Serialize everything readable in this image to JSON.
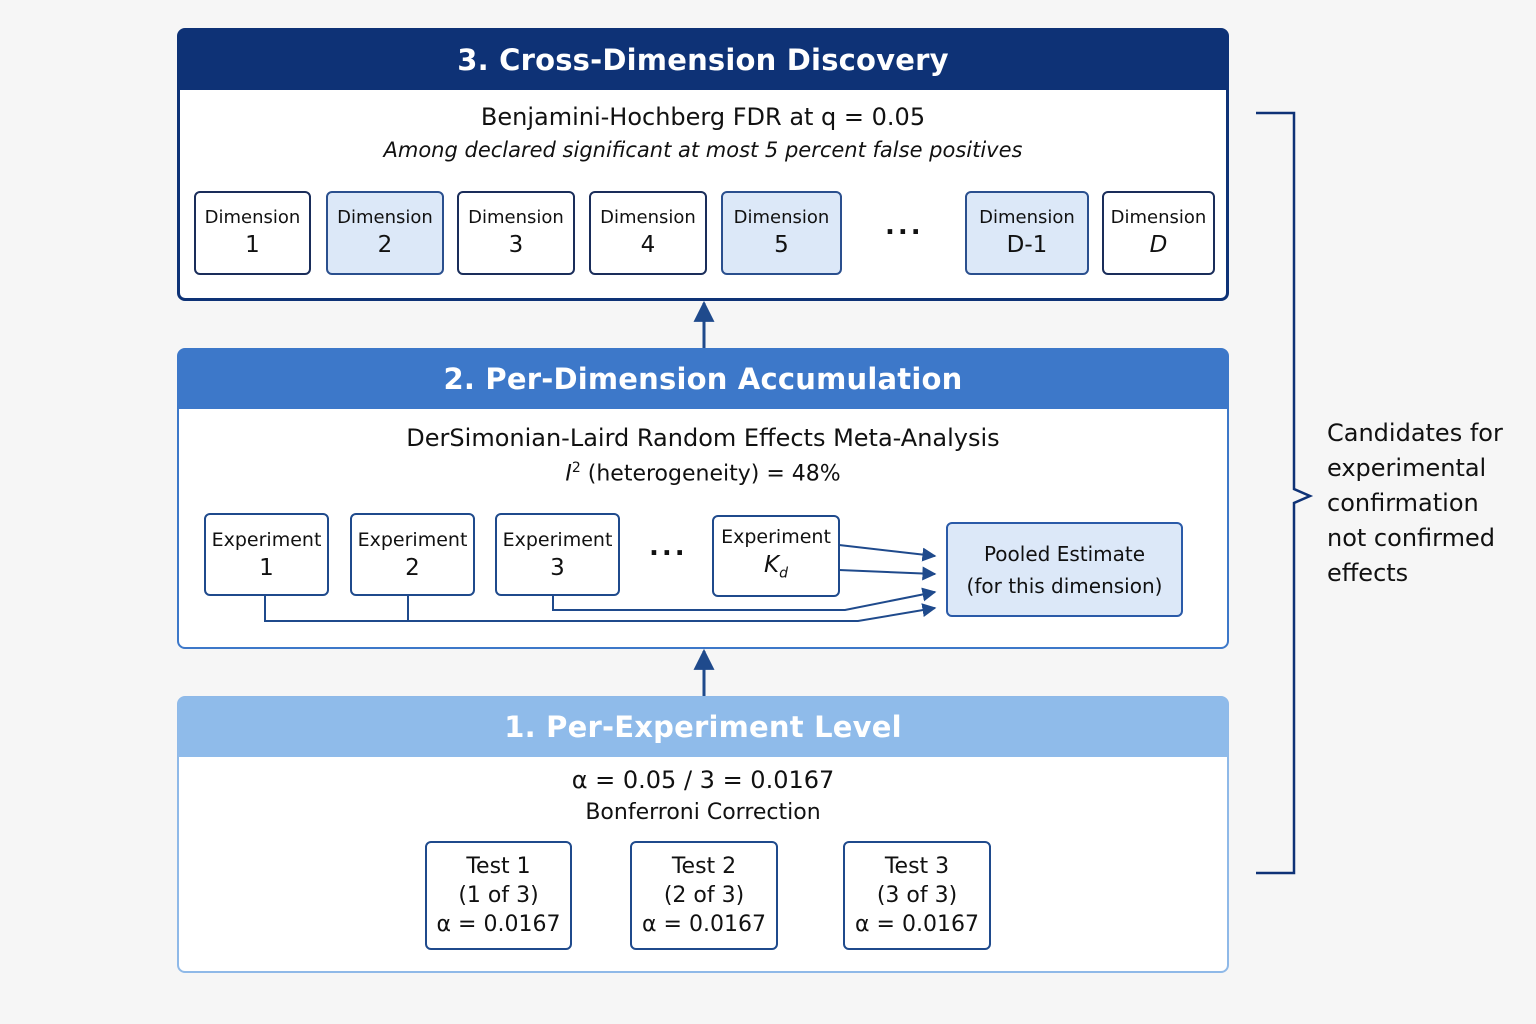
{
  "level3": {
    "title": "3.  Cross-Dimension Discovery",
    "method": "Benjamini-Hochberg FDR at q = 0.05",
    "note": "Among declared significant at most 5 percent false positives",
    "dimensions": [
      {
        "label": "Dimension",
        "index": "1",
        "highlighted": false
      },
      {
        "label": "Dimension",
        "index": "2",
        "highlighted": true
      },
      {
        "label": "Dimension",
        "index": "3",
        "highlighted": false
      },
      {
        "label": "Dimension",
        "index": "4",
        "highlighted": false
      },
      {
        "label": "Dimension",
        "index": "5",
        "highlighted": true
      },
      {
        "label": "Dimension",
        "index": "D-1",
        "highlighted": true
      },
      {
        "label": "Dimension",
        "index": "D",
        "highlighted": false
      }
    ],
    "ellipsis": "..."
  },
  "level2": {
    "title": "2.  Per-Dimension Accumulation",
    "method": "DerSimonian-Laird Random Effects Meta-Analysis",
    "heterogeneity_symbol": "I",
    "heterogeneity_sup": "2",
    "heterogeneity_text": " (heterogeneity) = 48%",
    "experiments": [
      {
        "label": "Experiment",
        "index": "1"
      },
      {
        "label": "Experiment",
        "index": "2"
      },
      {
        "label": "Experiment",
        "index": "3"
      },
      {
        "label": "Experiment",
        "index": "K",
        "index_sub": "d"
      }
    ],
    "ellipsis": "...",
    "pooled": {
      "line1": "Pooled Estimate",
      "line2": "(for this dimension)"
    }
  },
  "level1": {
    "title": "1.  Per-Experiment Level",
    "alpha": "α = 0.05 / 3 = 0.0167",
    "method": "Bonferroni Correction",
    "tests": [
      {
        "name": "Test 1",
        "count": "(1 of 3)",
        "alpha": "α = 0.0167"
      },
      {
        "name": "Test 2",
        "count": "(2 of 3)",
        "alpha": "α = 0.0167"
      },
      {
        "name": "Test 3",
        "count": "(3 of 3)",
        "alpha": "α = 0.0167"
      }
    ]
  },
  "side_note": [
    "Candidates for",
    "experimental",
    "confirmation",
    "not confirmed",
    "effects"
  ],
  "colors": {
    "level3_header": "#0e3276",
    "level2_header": "#3d78c9",
    "level1_header": "#8fbbea",
    "highlight_fill": "#dce8f8",
    "arrow": "#1f4a8c"
  }
}
